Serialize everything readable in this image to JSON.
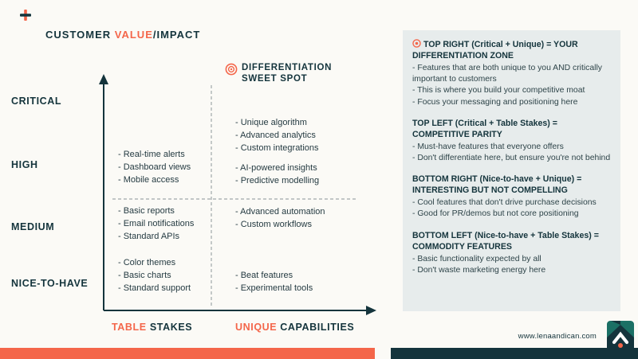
{
  "title": {
    "pre": "CUSTOMER ",
    "accent": "VALUE",
    "post": "/IMPACT"
  },
  "y_axis": {
    "labels": [
      "CRITICAL",
      "HIGH",
      "MEDIUM",
      "NICE-TO-HAVE"
    ]
  },
  "x_axis": {
    "labels": [
      {
        "accent": "TABLE",
        "rest": " STAKES"
      },
      {
        "accent": "UNIQUE",
        "rest": " CAPABILITIES"
      }
    ]
  },
  "sweet_spot": {
    "line1": "DIFFERENTIATION",
    "line2": "SWEET SPOT"
  },
  "quadrants": {
    "top_left": [
      "- Real-time alerts",
      "- Dashboard views",
      "- Mobile access"
    ],
    "top_right_critical": [
      "- Unique algorithm",
      "- Advanced analytics",
      "- Custom integrations"
    ],
    "top_right_high": [
      "- AI-powered insights",
      "- Predictive modelling"
    ],
    "bottom_left_medium": [
      "- Basic reports",
      "- Email notifications",
      "- Standard APIs"
    ],
    "bottom_left_nice": [
      "- Color themes",
      "- Basic charts",
      "- Standard support"
    ],
    "bottom_right_medium": [
      "- Advanced automation",
      "- Custom workflows"
    ],
    "bottom_right_nice": [
      "- Beat features",
      "- Experimental tools"
    ]
  },
  "panel": {
    "sections": [
      {
        "heading": "TOP RIGHT (Critical + Unique) = YOUR DIFFERENTIATION ZONE",
        "bullets": [
          "- Features that are both unique to you AND critically important to customers",
          "- This is where you build your competitive moat",
          "- Focus your messaging and positioning here"
        ]
      },
      {
        "heading": "TOP LEFT (Critical + Table Stakes) = COMPETITIVE PARITY",
        "bullets": [
          "- Must-have features that everyone offers",
          "- Don't differentiate here, but ensure you're not behind"
        ]
      },
      {
        "heading": "BOTTOM RIGHT (Nice-to-have + Unique) = INTERESTING BUT NOT COMPELLING",
        "bullets": [
          "- Cool features that don't drive purchase decisions",
          "- Good for PR/demos but not core positioning"
        ]
      },
      {
        "heading": "BOTTOM LEFT (Nice-to-have + Table Stakes) = COMMODITY FEATURES",
        "bullets": [
          "- Basic functionality expected by all",
          "- Don't waste marketing energy here"
        ]
      }
    ]
  },
  "footer": {
    "website": "www.lenaandican.com"
  },
  "colors": {
    "accent": "#F4664A",
    "dark": "#14343C",
    "panel_bg": "#E7ECEC",
    "teal": "#1B7065"
  }
}
